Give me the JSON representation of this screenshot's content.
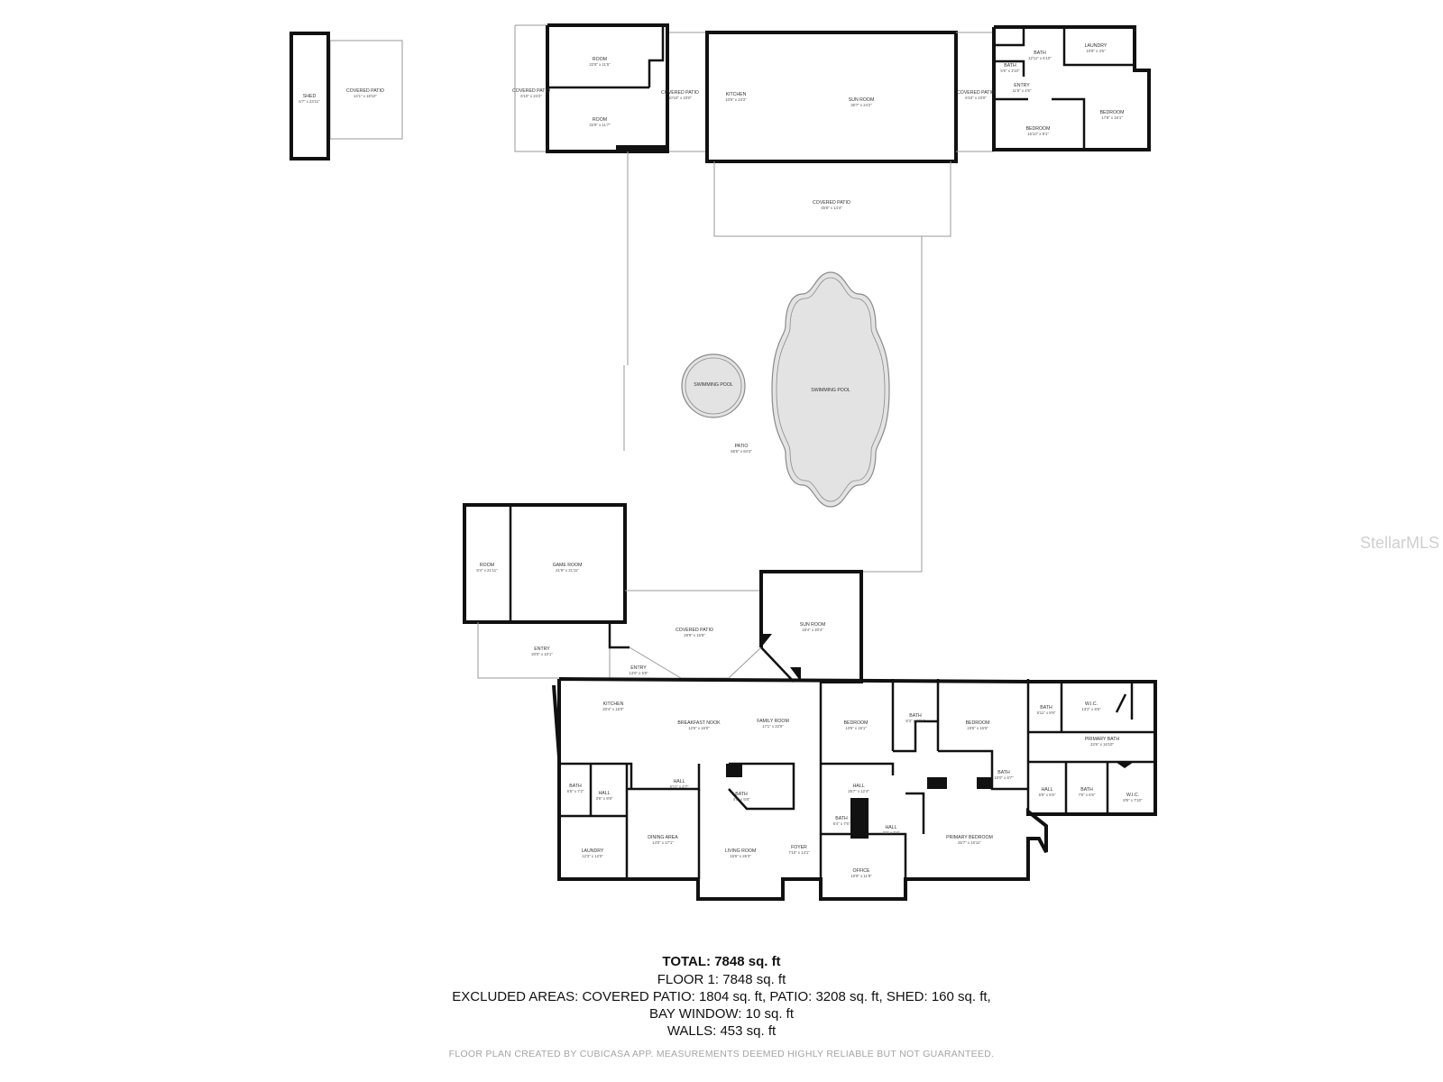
{
  "rooms": [
    {
      "name": "SHED",
      "dims": "6'7\" x 23'11\""
    },
    {
      "name": "COVERED PATIO",
      "dims": "14'1\" x 18'10\""
    },
    {
      "name": "ROOM",
      "dims": "22'8\" x 11'5\""
    },
    {
      "name": "ROOM",
      "dims": "22'8\" x 11'7\""
    },
    {
      "name": "COVERED PATIO",
      "dims": "6'10\" x 24'2\""
    },
    {
      "name": "COVERED PATIO",
      "dims": "10'10\" x 23'0\""
    },
    {
      "name": "KITCHEN",
      "dims": "10'6\" x 24'2\""
    },
    {
      "name": "SUN ROOM",
      "dims": "36'7\" x 24'2\""
    },
    {
      "name": "COVERED PATIO",
      "dims": "6'10\" x 23'0\""
    },
    {
      "name": "BATH",
      "dims": "12'11\" x 6'10\""
    },
    {
      "name": "LAUNDRY",
      "dims": "10'8\" x 4'6\""
    },
    {
      "name": "BATH",
      "dims": "5'6\" x 3'10\""
    },
    {
      "name": "ENTRY",
      "dims": "11'6\" x 4'6\""
    },
    {
      "name": "BEDROOM",
      "dims": "16'10\" x 9'1\""
    },
    {
      "name": "BEDROOM",
      "dims": "17'8\" x 16'1\""
    },
    {
      "name": "COVERED PATIO",
      "dims": "45'8\" x 14'4\""
    },
    {
      "name": "SWIMMING POOL",
      "dims": ""
    },
    {
      "name": "SWIMMING POOL",
      "dims": ""
    },
    {
      "name": "PATIO",
      "dims": "56'5\" x 84'2\""
    },
    {
      "name": "ROOM",
      "dims": "8'4\" x 21'11\""
    },
    {
      "name": "GAME ROOM",
      "dims": "21'9\" x 21'11\""
    },
    {
      "name": "COVERED PATIO",
      "dims": "28'9\" x 16'8\""
    },
    {
      "name": "SUN ROOM",
      "dims": "18'4\" x 20'4\""
    },
    {
      "name": "ENTRY",
      "dims": "20'0\" x 10'1\""
    },
    {
      "name": "ENTRY",
      "dims": "13'0\" x 5'8\""
    },
    {
      "name": "KITCHEN",
      "dims": "20'4\" x 16'0\""
    },
    {
      "name": "BREAKFAST NOOK",
      "dims": "12'6\" x 16'0\""
    },
    {
      "name": "FAMILY ROOM",
      "dims": "17'1\" x 22'0\""
    },
    {
      "name": "BEDROOM",
      "dims": "13'5\" x 15'1\""
    },
    {
      "name": "BATH",
      "dims": "8'3\" x 13'4\""
    },
    {
      "name": "BEDROOM",
      "dims": "19'6\" x 16'5\""
    },
    {
      "name": "BATH",
      "dims": "5'11\" x 8'6\""
    },
    {
      "name": "W.I.C.",
      "dims": "13'2\" x 8'6\""
    },
    {
      "name": "PRIMARY BATH",
      "dims": "23'6\" x 16'10\""
    },
    {
      "name": "BATH",
      "dims": "6'5\" x 7'2\""
    },
    {
      "name": "HALL",
      "dims": "3'6\" x 9'8\""
    },
    {
      "name": "HALL",
      "dims": "6'11\" x 4'7\""
    },
    {
      "name": "BATH",
      "dims": "4'6\" x 5'8\""
    },
    {
      "name": "HALL",
      "dims": "25'7\" x 12'4\""
    },
    {
      "name": "BATH",
      "dims": "10'0\" x 6'7\""
    },
    {
      "name": "HALL",
      "dims": "6'8\" x 6'5\""
    },
    {
      "name": "BATH",
      "dims": "7'6\" x 6'5\""
    },
    {
      "name": "W.I.C.",
      "dims": "8'9\" x 7'10\""
    },
    {
      "name": "LAUNDRY",
      "dims": "12'3\" x 12'0\""
    },
    {
      "name": "DINING AREA",
      "dims": "14'0\" x 17'1\""
    },
    {
      "name": "LIVING ROOM",
      "dims": "15'6\" x 26'3\""
    },
    {
      "name": "FOYER",
      "dims": "7'10\" x 14'1\""
    },
    {
      "name": "BATH",
      "dims": "6'4\" x 7'6\""
    },
    {
      "name": "HALL",
      "dims": "3'2\" x 7'4\""
    },
    {
      "name": "OFFICE",
      "dims": "10'9\" x 11'9\""
    },
    {
      "name": "PRIMARY BEDROOM",
      "dims": "25'7\" x 16'11\""
    }
  ],
  "summary": {
    "total": "TOTAL: 7848 sq. ft",
    "floor1": "FLOOR 1: 7848 sq. ft",
    "excluded": "EXCLUDED AREAS: COVERED PATIO: 1804 sq. ft, PATIO: 3208 sq. ft, SHED: 160 sq. ft,",
    "bay_window": "BAY WINDOW: 10 sq. ft",
    "walls": "WALLS: 453 sq. ft"
  },
  "disclaimer": "FLOOR PLAN CREATED BY CUBICASA APP. MEASUREMENTS DEEMED HIGHLY RELIABLE BUT NOT GUARANTEED.",
  "watermark": "StellarMLS",
  "colors": {
    "wall": "#111111",
    "pool": "#e3e3e3",
    "outline": "#9a9a9a",
    "watermark": "#cfcfcf"
  }
}
